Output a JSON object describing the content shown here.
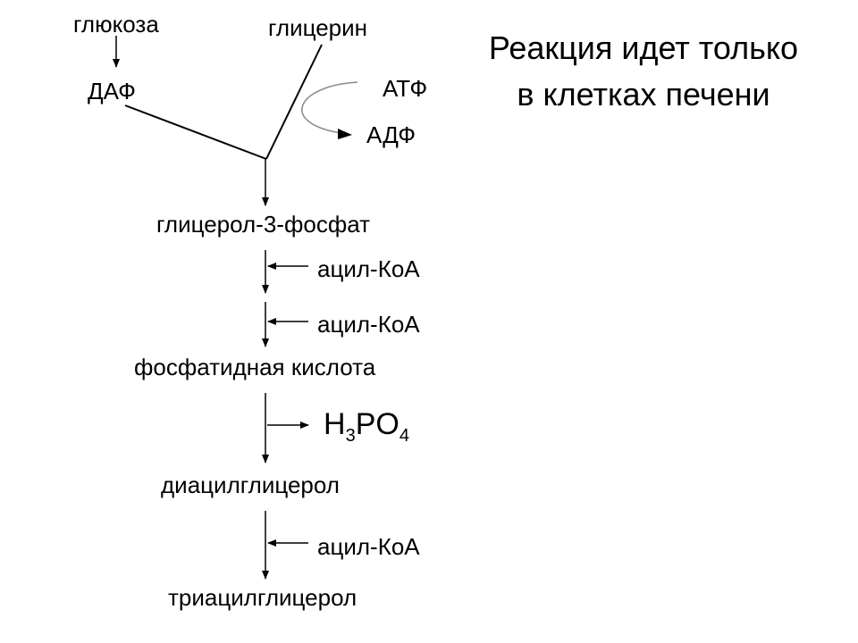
{
  "title": {
    "line1": "Реакция идет только",
    "line2": "в клетках печени"
  },
  "nodes": {
    "glucose": "глюкоза",
    "daf": "ДАФ",
    "glycerin": "глицерин",
    "atf": "АТФ",
    "adf": "АДФ",
    "glycerol3p": "глицерол-3-фосфат",
    "acyl_coa_1": "ацил-КоА",
    "acyl_coa_2": "ацил-КоА",
    "phosphatidic_acid": "фосфатидная кислота",
    "h3po4": {
      "p1": "H",
      "s1": "3",
      "p2": "PO",
      "s2": "4"
    },
    "diacylglycerol": "диацилглицерол",
    "acyl_coa_3": "ацил-КоА",
    "triacylglycerol": "триацилглицерол"
  },
  "colors": {
    "line": "#000000",
    "curve": "#888888",
    "background": "#ffffff"
  }
}
